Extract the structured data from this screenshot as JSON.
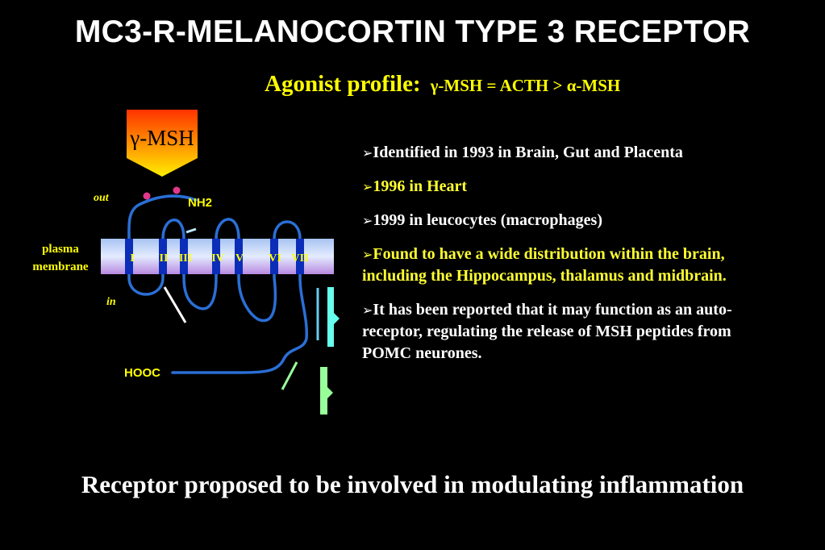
{
  "title": "MC3-R-MELANOCORTIN TYPE 3 RECEPTOR",
  "agonist": {
    "label": "Agonist profile:",
    "profile": "γ-MSH = ACTH > α-MSH"
  },
  "diagram": {
    "ligand": "γ-MSH",
    "out": "out",
    "in": "in",
    "membrane_line1": "plasma",
    "membrane_line2": "membrane",
    "nterm": "NH2",
    "cterm": "HOOC",
    "tm_labels": [
      "I",
      "II",
      "III",
      "IV",
      "V",
      "VI",
      "VII"
    ]
  },
  "bullets": [
    {
      "arrow": "➢",
      "text": "Identified in 1993 in Brain, Gut and Placenta"
    },
    {
      "arrow": "➢",
      "text": "1996 in Heart"
    },
    {
      "arrow": "➢",
      "text": "1999 in leucocytes (macrophages)"
    },
    {
      "arrow": "➢",
      "text": "Found to have a wide distribution within the brain, including the Hippocampus, thalamus and midbrain."
    },
    {
      "arrow": "➢",
      "text": "It has been reported that it may function as an auto-receptor, regulating the release of MSH peptides from POMC neurones."
    }
  ],
  "footer": "Receptor proposed to be involved in modulating inflammation",
  "colors": {
    "background": "#000000",
    "accent_yellow": "#ffff00",
    "membrane_blue": "#9fc0f0",
    "chain_blue": "#2a6fd6",
    "tm_helix": "#0b2db8",
    "dot_pink": "#e0388a",
    "bracket_cyan": "#66ffee",
    "bracket_green": "#99ff99"
  }
}
